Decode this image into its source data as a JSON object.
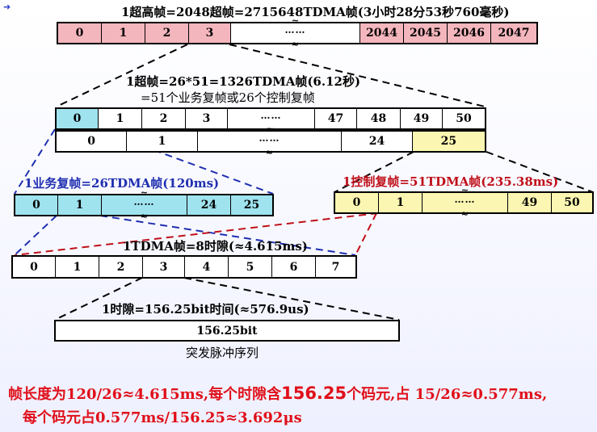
{
  "corner_mark": "➜",
  "hyperframe": {
    "label": "1超高帧=2048超帧=2715648TDMA帧(3小时28分53秒760毫秒)",
    "cells": [
      "0",
      "1",
      "2",
      "3",
      "……",
      "2044",
      "2045",
      "2046",
      "2047"
    ]
  },
  "superframe": {
    "label_line1": "1超帧=26*51=1326TDMA帧(6.12秒)",
    "label_line2": "=51个业务复帧或26个控制复帧",
    "row1": [
      "0",
      "1",
      "2",
      "3",
      "……",
      "47",
      "48",
      "49",
      "50"
    ],
    "row2": [
      "0",
      "1",
      "……",
      "24",
      "25"
    ]
  },
  "traffic_multiframe": {
    "label": "1业务复帧=26TDMA帧(120ms)",
    "cells": [
      "0",
      "1",
      "……",
      "24",
      "25"
    ]
  },
  "control_multiframe": {
    "label": "1控制复帧=51TDMA帧(235.38ms)",
    "cells": [
      "0",
      "1",
      "……",
      "49",
      "50"
    ]
  },
  "tdma_frame": {
    "label": "1TDMA帧=8时隙(≈4.615ms)",
    "cells": [
      "0",
      "1",
      "2",
      "3",
      "4",
      "5",
      "6",
      "7"
    ]
  },
  "timeslot": {
    "label": "1时隙=156.25bit时间(≈576.9us)",
    "value": "156.25bit",
    "caption": "突发脉冲序列"
  },
  "footer": {
    "line1_a": "帧长度为120/26≈4.615ms,每个时隙含",
    "line1_big": "156.25",
    "line1_b": "个码元,占  15/26≈0.577ms,",
    "line2": "每个码元占0.577ms/156.25≈3.692μs"
  },
  "break_glyph": "≈",
  "colors": {
    "hyperframe_fill": "#f4b6bd",
    "traffic_fill": "#9fe3ef",
    "control_fill": "#fbf6b1",
    "blue_dash": "#1f2fb0",
    "red_dash": "#c0101a",
    "footer_text": "#e0101a"
  }
}
